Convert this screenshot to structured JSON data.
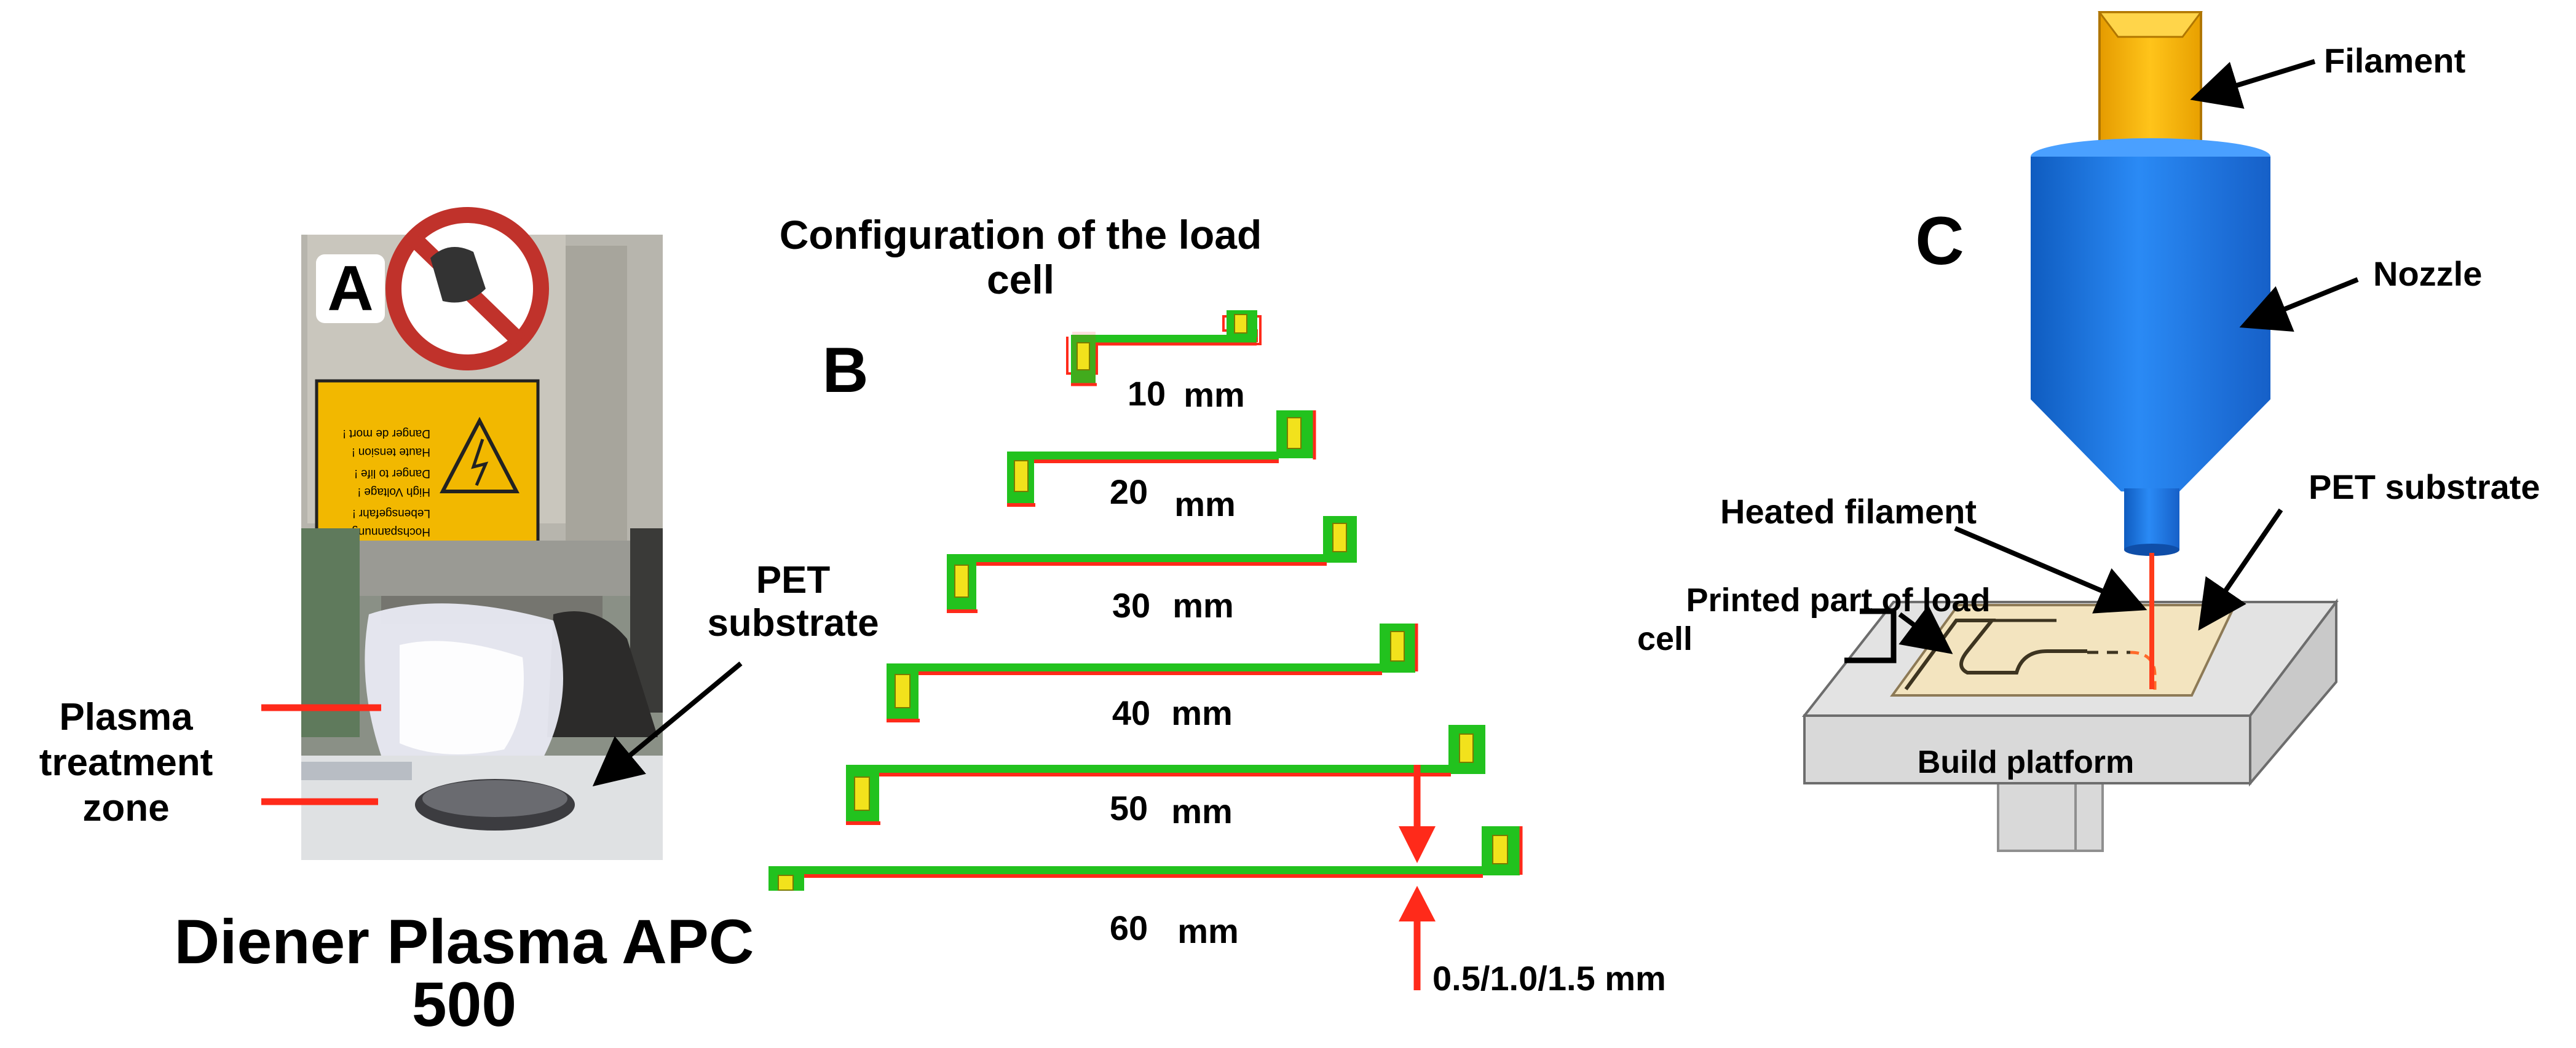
{
  "panel_a": {
    "letter": "A",
    "photo_sticker_lines": [
      "Hochspannung !",
      "Lebensgefahr !",
      "High Voltage !",
      "Danger to life !",
      "Haute tension !",
      "Danger de mort !"
    ],
    "pet_label_line1": "PET",
    "pet_label_line2": "substrate",
    "zone_label_line1": "Plasma",
    "zone_label_line2": "treatment",
    "zone_label_line3": "zone",
    "device_line1": "Diener Plasma APC",
    "device_line2": "500",
    "marker_color": "#ff2a1a"
  },
  "panel_b": {
    "letter": "B",
    "title_line1": "Configuration of the load",
    "title_line2": "cell",
    "cells": [
      {
        "num": "10",
        "unit": "mm"
      },
      {
        "num": "20",
        "unit": "mm"
      },
      {
        "num": "30",
        "unit": "mm"
      },
      {
        "num": "40",
        "unit": "mm"
      },
      {
        "num": "50",
        "unit": "mm"
      },
      {
        "num": "60",
        "unit": "mm"
      }
    ],
    "thickness_label": "0.5/1.0/1.5 mm",
    "trace_color": "#22c21e",
    "outline_color": "#ff2a1a",
    "pad_color": "#f2e21c"
  },
  "panel_c": {
    "letter": "C",
    "filament_label": "Filament",
    "nozzle_label": "Nozzle",
    "heated_label": "Heated filament",
    "pet_label": "PET substrate",
    "printed_line1": "Printed part of load",
    "printed_line2": "cell",
    "platform_label": "Build platform",
    "filament_color": "#f7b500",
    "nozzle_color": "#1a74e0",
    "platform_color": "#d9d9d9",
    "substrate_color": "#f3e4bf"
  }
}
